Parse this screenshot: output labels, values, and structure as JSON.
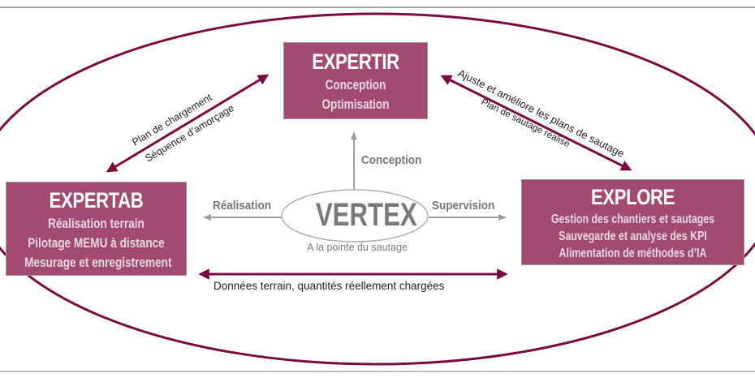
{
  "colors": {
    "accent": "#a34a73",
    "arrow_maroon": "#7b0c3f",
    "arrow_gray": "#a0a0a0",
    "text_gray": "#767676"
  },
  "hub": {
    "title": "VERTEX",
    "tagline": "A la pointe du sautage",
    "links": {
      "top": "Conception",
      "left": "Réalisation",
      "right": "Supervision"
    }
  },
  "modules": {
    "expertir": {
      "title": "EXPERTIR",
      "lines": [
        "Conception",
        "Optimisation"
      ]
    },
    "expertab": {
      "title": "EXPERTAB",
      "lines": [
        "Réalisation terrain",
        "Pilotage MEMU à distance",
        "Mesurage et enregistrement"
      ]
    },
    "explore": {
      "title": "EXPLORE",
      "lines": [
        "Gestion des chantiers et sautages",
        "Sauvegarde et analyse des KPI",
        "Alimentation de méthodes d’IA"
      ]
    }
  },
  "flows": {
    "expertab_expertir": {
      "upper": "Plan de chargement",
      "lower": "Séquence d’amorçage"
    },
    "expertir_explore": {
      "upper": "Ajuste et améliore les plans de sautage",
      "lower": "Plan de sautage réalisé"
    },
    "expertab_explore": {
      "label": "Données terrain, quantités réellement chargées"
    }
  }
}
